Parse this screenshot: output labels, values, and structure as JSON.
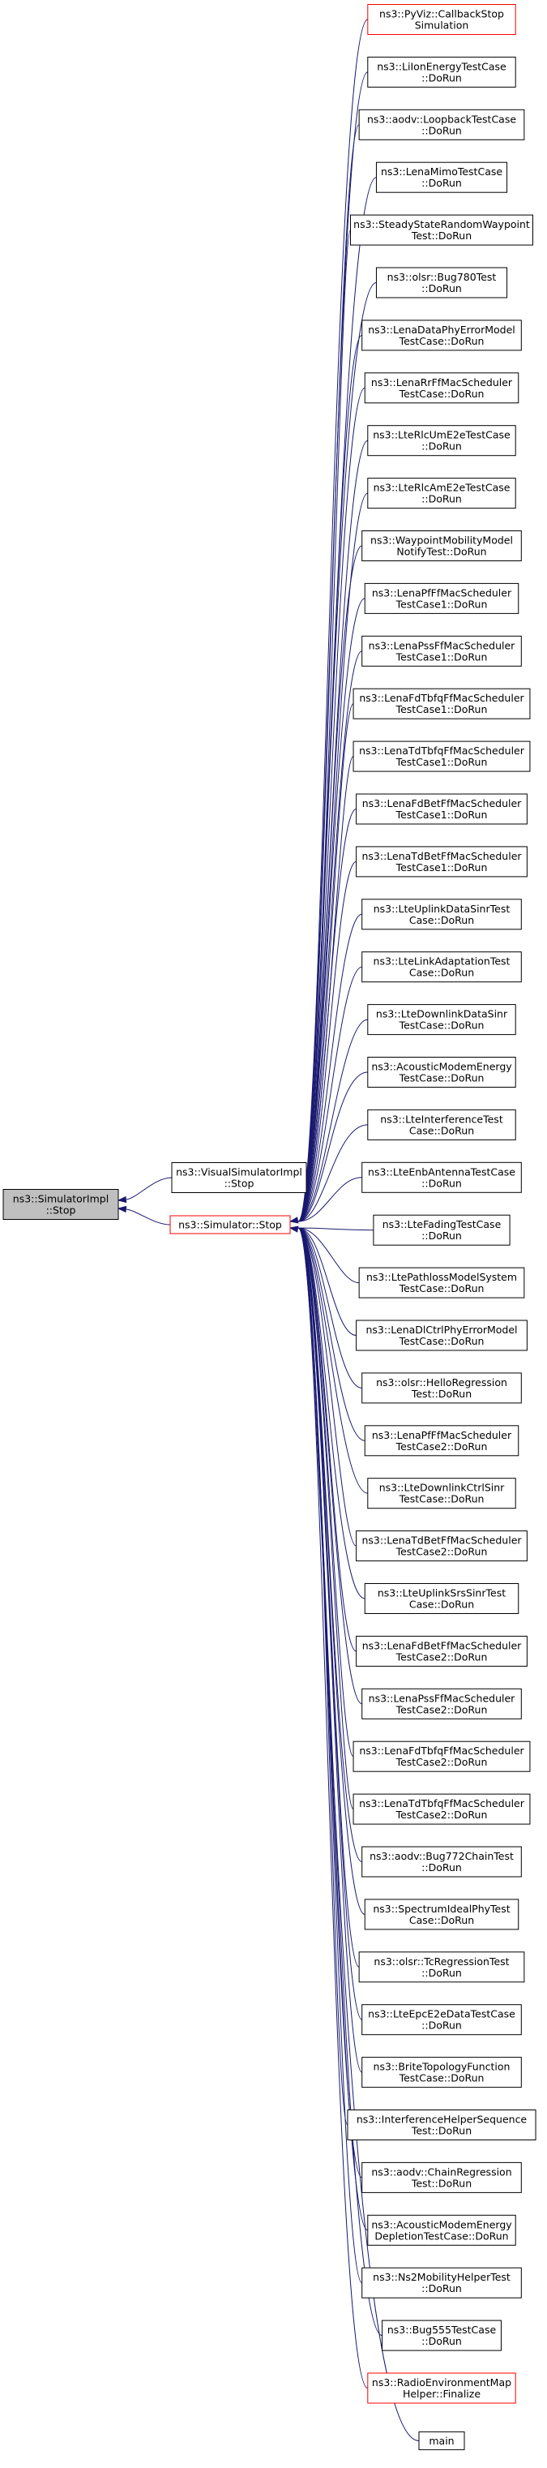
{
  "graph": {
    "root": [
      "ns3::SimulatorImpl",
      "::Stop"
    ],
    "level1": [
      {
        "lines": [
          "ns3::VisualSimulatorImpl",
          "::Stop"
        ],
        "red": false
      },
      {
        "lines": [
          "ns3::Simulator::Stop"
        ],
        "red": true
      }
    ],
    "callers": [
      {
        "lines": [
          "ns3::PyViz::CallbackStop",
          "Simulation"
        ],
        "red": true
      },
      {
        "lines": [
          "ns3::LiIonEnergyTestCase",
          "::DoRun"
        ],
        "red": false
      },
      {
        "lines": [
          "ns3::aodv::LoopbackTestCase",
          "::DoRun"
        ],
        "red": false
      },
      {
        "lines": [
          "ns3::LenaMimoTestCase",
          "::DoRun"
        ],
        "red": false
      },
      {
        "lines": [
          "ns3::SteadyStateRandomWaypoint",
          "Test::DoRun"
        ],
        "red": false
      },
      {
        "lines": [
          "ns3::olsr::Bug780Test",
          "::DoRun"
        ],
        "red": false
      },
      {
        "lines": [
          "ns3::LenaDataPhyErrorModel",
          "TestCase::DoRun"
        ],
        "red": false
      },
      {
        "lines": [
          "ns3::LenaRrFfMacScheduler",
          "TestCase::DoRun"
        ],
        "red": false
      },
      {
        "lines": [
          "ns3::LteRlcUmE2eTestCase",
          "::DoRun"
        ],
        "red": false
      },
      {
        "lines": [
          "ns3::LteRlcAmE2eTestCase",
          "::DoRun"
        ],
        "red": false
      },
      {
        "lines": [
          "ns3::WaypointMobilityModel",
          "NotifyTest::DoRun"
        ],
        "red": false
      },
      {
        "lines": [
          "ns3::LenaPfFfMacScheduler",
          "TestCase1::DoRun"
        ],
        "red": false
      },
      {
        "lines": [
          "ns3::LenaPssFfMacScheduler",
          "TestCase1::DoRun"
        ],
        "red": false
      },
      {
        "lines": [
          "ns3::LenaFdTbfqFfMacScheduler",
          "TestCase1::DoRun"
        ],
        "red": false
      },
      {
        "lines": [
          "ns3::LenaTdTbfqFfMacScheduler",
          "TestCase1::DoRun"
        ],
        "red": false
      },
      {
        "lines": [
          "ns3::LenaFdBetFfMacScheduler",
          "TestCase1::DoRun"
        ],
        "red": false
      },
      {
        "lines": [
          "ns3::LenaTdBetFfMacScheduler",
          "TestCase1::DoRun"
        ],
        "red": false
      },
      {
        "lines": [
          "ns3::LteUplinkDataSinrTest",
          "Case::DoRun"
        ],
        "red": false
      },
      {
        "lines": [
          "ns3::LteLinkAdaptationTest",
          "Case::DoRun"
        ],
        "red": false
      },
      {
        "lines": [
          "ns3::LteDownlinkDataSinr",
          "TestCase::DoRun"
        ],
        "red": false
      },
      {
        "lines": [
          "ns3::AcousticModemEnergy",
          "TestCase::DoRun"
        ],
        "red": false
      },
      {
        "lines": [
          "ns3::LteInterferenceTest",
          "Case::DoRun"
        ],
        "red": false
      },
      {
        "lines": [
          "ns3::LteEnbAntennaTestCase",
          "::DoRun"
        ],
        "red": false
      },
      {
        "lines": [
          "ns3::LteFadingTestCase",
          "::DoRun"
        ],
        "red": false
      },
      {
        "lines": [
          "ns3::LtePathlossModelSystem",
          "TestCase::DoRun"
        ],
        "red": false
      },
      {
        "lines": [
          "ns3::LenaDlCtrlPhyErrorModel",
          "TestCase::DoRun"
        ],
        "red": false
      },
      {
        "lines": [
          "ns3::olsr::HelloRegression",
          "Test::DoRun"
        ],
        "red": false
      },
      {
        "lines": [
          "ns3::LenaPfFfMacScheduler",
          "TestCase2::DoRun"
        ],
        "red": false
      },
      {
        "lines": [
          "ns3::LteDownlinkCtrlSinr",
          "TestCase::DoRun"
        ],
        "red": false
      },
      {
        "lines": [
          "ns3::LenaTdBetFfMacScheduler",
          "TestCase2::DoRun"
        ],
        "red": false
      },
      {
        "lines": [
          "ns3::LteUplinkSrsSinrTest",
          "Case::DoRun"
        ],
        "red": false
      },
      {
        "lines": [
          "ns3::LenaFdBetFfMacScheduler",
          "TestCase2::DoRun"
        ],
        "red": false
      },
      {
        "lines": [
          "ns3::LenaPssFfMacScheduler",
          "TestCase2::DoRun"
        ],
        "red": false
      },
      {
        "lines": [
          "ns3::LenaFdTbfqFfMacScheduler",
          "TestCase2::DoRun"
        ],
        "red": false
      },
      {
        "lines": [
          "ns3::LenaTdTbfqFfMacScheduler",
          "TestCase2::DoRun"
        ],
        "red": false
      },
      {
        "lines": [
          "ns3::aodv::Bug772ChainTest",
          "::DoRun"
        ],
        "red": false
      },
      {
        "lines": [
          "ns3::SpectrumIdealPhyTest",
          "Case::DoRun"
        ],
        "red": false
      },
      {
        "lines": [
          "ns3::olsr::TcRegressionTest",
          "::DoRun"
        ],
        "red": false
      },
      {
        "lines": [
          "ns3::LteEpcE2eDataTestCase",
          "::DoRun"
        ],
        "red": false
      },
      {
        "lines": [
          "ns3::BriteTopologyFunction",
          "TestCase::DoRun"
        ],
        "red": false
      },
      {
        "lines": [
          "ns3::InterferenceHelperSequence",
          "Test::DoRun"
        ],
        "red": false
      },
      {
        "lines": [
          "ns3::aodv::ChainRegression",
          "Test::DoRun"
        ],
        "red": false
      },
      {
        "lines": [
          "ns3::AcousticModemEnergy",
          "DepletionTestCase::DoRun"
        ],
        "red": false
      },
      {
        "lines": [
          "ns3::Ns2MobilityHelperTest",
          "::DoRun"
        ],
        "red": false
      },
      {
        "lines": [
          "ns3::Bug555TestCase",
          "::DoRun"
        ],
        "red": false
      },
      {
        "lines": [
          "ns3::RadioEnvironmentMap",
          "Helper::Finalize"
        ],
        "red": true
      },
      {
        "lines": [
          "main"
        ],
        "red": false
      }
    ]
  }
}
